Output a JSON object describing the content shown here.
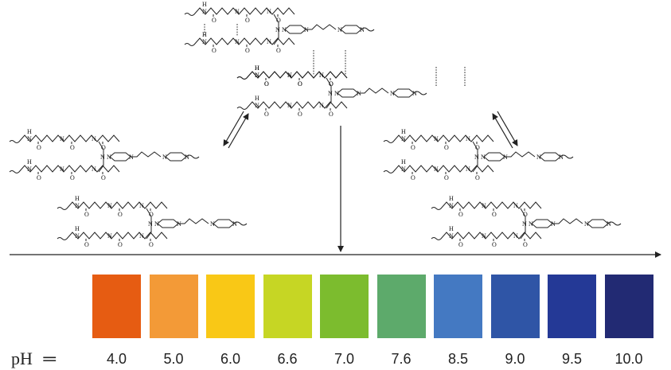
{
  "scale": {
    "label": "pH",
    "equals": "═",
    "swatches": [
      {
        "value": "4.0",
        "color": "#e65c12"
      },
      {
        "value": "5.0",
        "color": "#f39a37"
      },
      {
        "value": "6.0",
        "color": "#f9c816"
      },
      {
        "value": "6.6",
        "color": "#c6d624"
      },
      {
        "value": "7.0",
        "color": "#7cbc2e"
      },
      {
        "value": "7.6",
        "color": "#5daa6b"
      },
      {
        "value": "8.5",
        "color": "#4479c2"
      },
      {
        "value": "9.0",
        "color": "#2f55a6"
      },
      {
        "value": "9.5",
        "color": "#243996"
      },
      {
        "value": "10.0",
        "color": "#222a73"
      }
    ]
  }
}
